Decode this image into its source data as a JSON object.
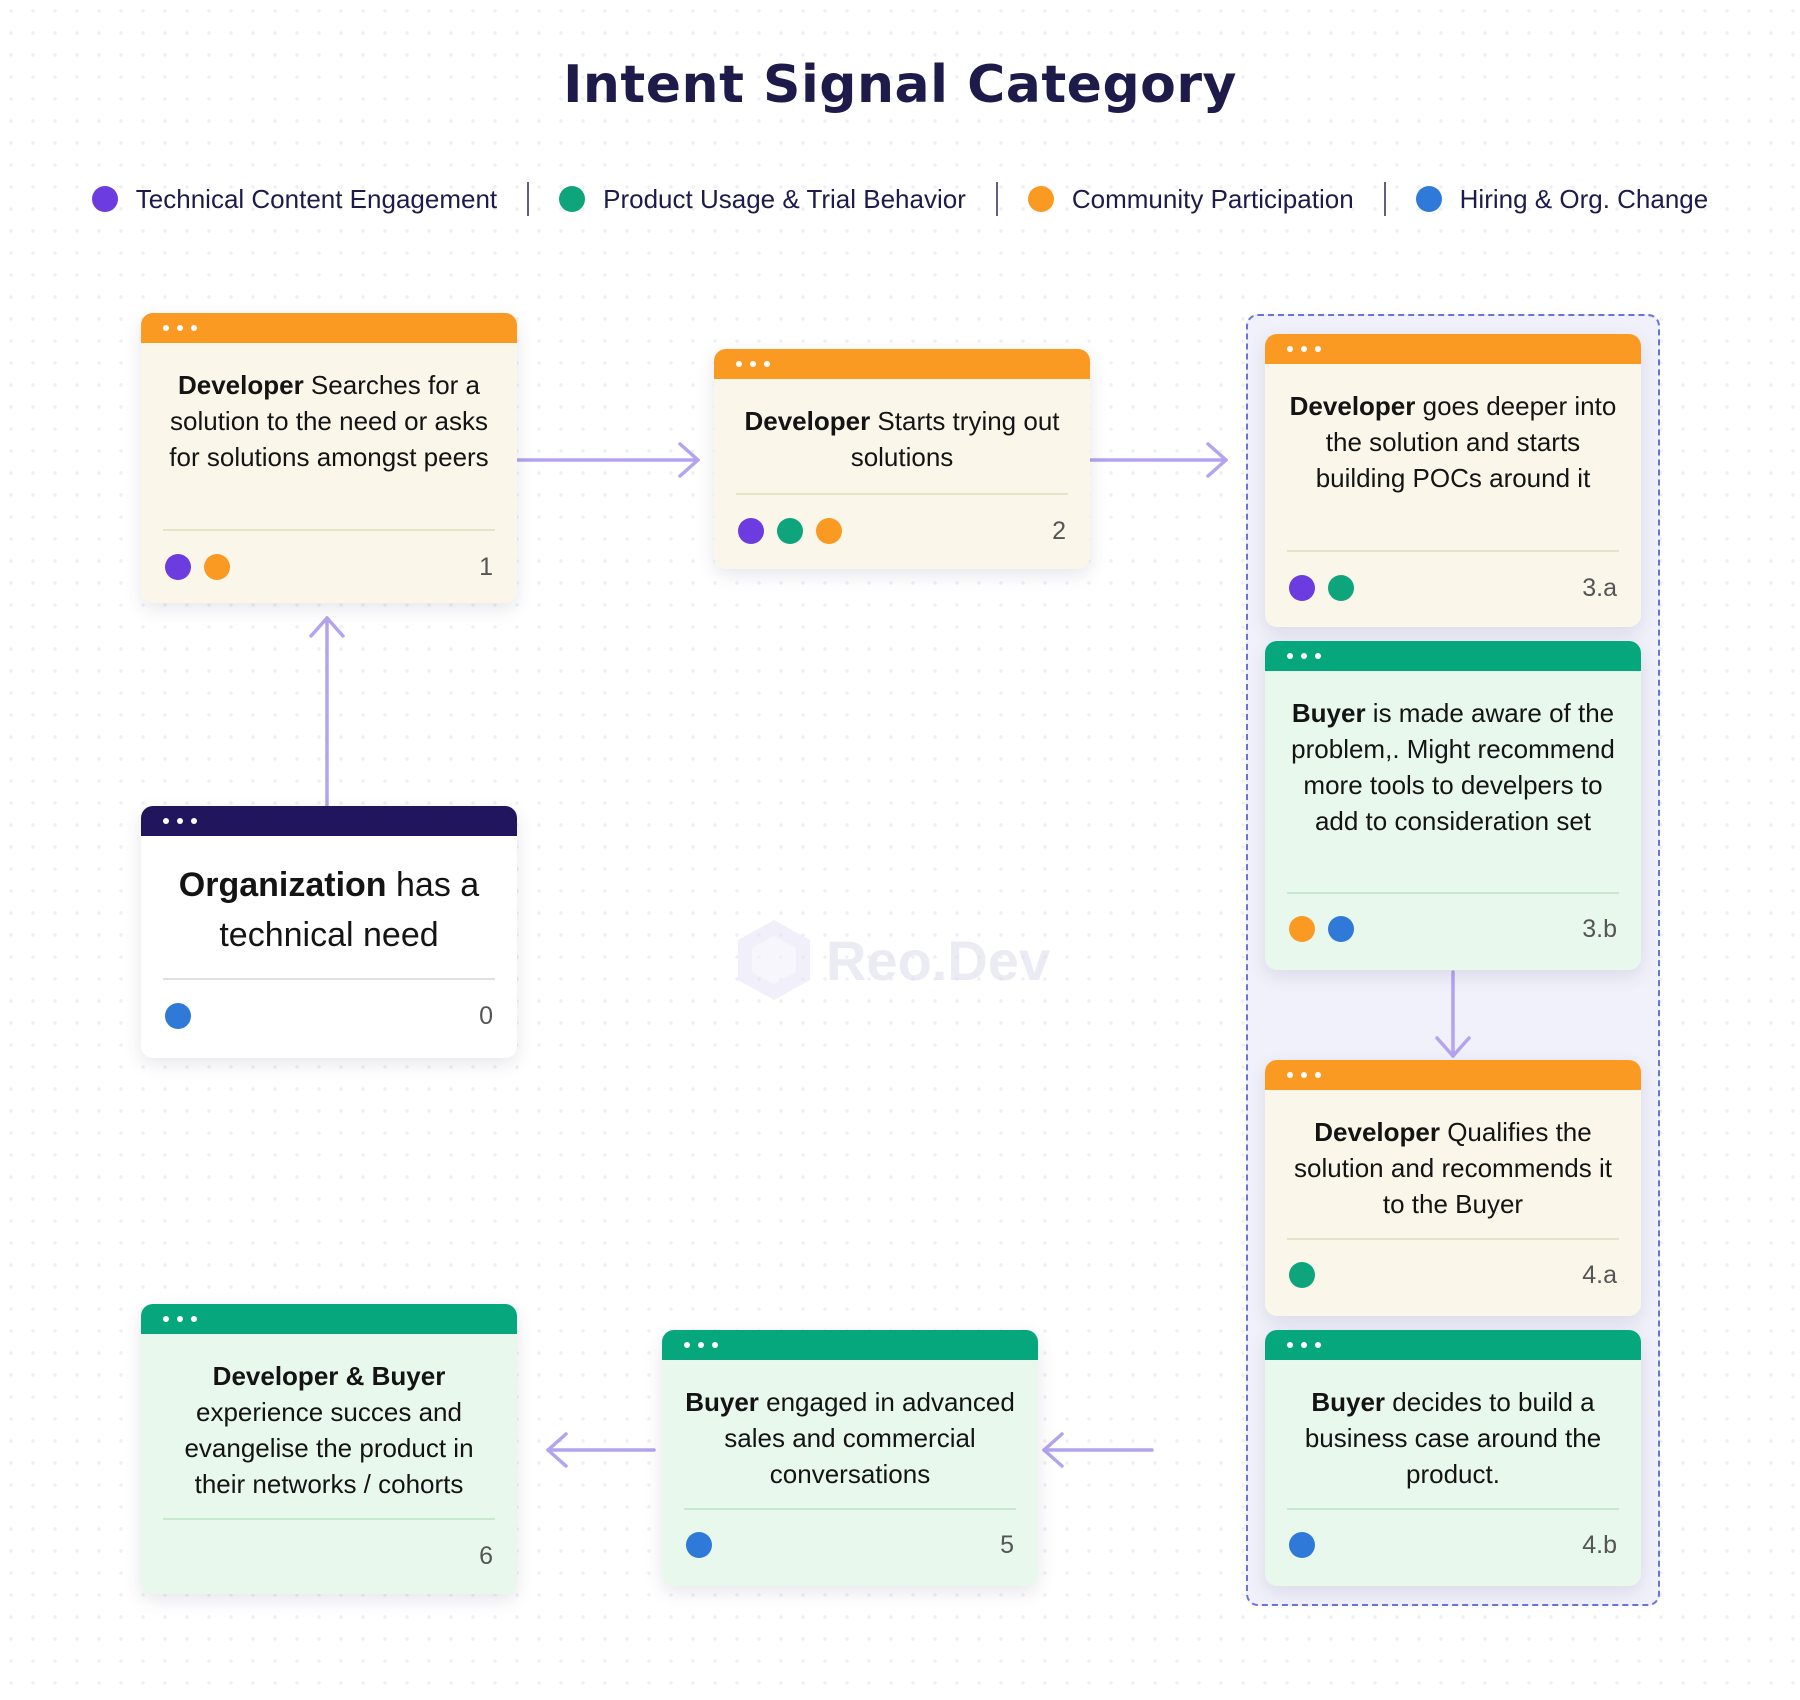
{
  "title": "Intent Signal Category",
  "colors": {
    "purple": "#6c3ce1",
    "green": "#0ea57d",
    "orange": "#fb9a23",
    "blue": "#2f7ad8",
    "navy": "#21165e",
    "arrow": "#b4a3ef",
    "group_border": "#6b74d6"
  },
  "legend": [
    {
      "label": "Technical Content Engagement",
      "color": "#6c3ce1"
    },
    {
      "label": "Product Usage & Trial Behavior",
      "color": "#0ea57d"
    },
    {
      "label": "Community Participation",
      "color": "#fb9a23"
    },
    {
      "label": "Hiring & Org. Change",
      "color": "#2f7ad8"
    }
  ],
  "cards": {
    "step1": {
      "actor": "Developer",
      "text": " Searches for a solution to the need or asks for solutions amongst peers",
      "step": "1",
      "signals": [
        "purple",
        "orange"
      ],
      "header": "orange"
    },
    "step2": {
      "actor": "Developer",
      "text": " Starts trying out solutions",
      "step": "2",
      "signals": [
        "purple",
        "green",
        "orange"
      ],
      "header": "orange"
    },
    "step3a": {
      "actor": "Developer",
      "text": " goes deeper into the solution and starts building POCs around it",
      "step": "3.a",
      "signals": [
        "purple",
        "green"
      ],
      "header": "orange"
    },
    "step3b": {
      "actor": "Buyer",
      "text": " is made aware of the problem,. Might recommend more tools to develpers to add to consideration set",
      "step": "3.b",
      "signals": [
        "orange",
        "blue"
      ],
      "header": "green"
    },
    "step0": {
      "actor": "Organization",
      "text": " has a technical need",
      "step": "0",
      "signals": [
        "blue"
      ],
      "header": "navy"
    },
    "step4a": {
      "actor": "Developer",
      "text": " Qualifies the solution and recommends it to the Buyer",
      "step": "4.a",
      "signals": [
        "green"
      ],
      "header": "orange"
    },
    "step4b": {
      "actor": "Buyer",
      "text": " decides to build a business case around the product.",
      "step": "4.b",
      "signals": [
        "blue"
      ],
      "header": "green"
    },
    "step5": {
      "actor": "Buyer",
      "text": " engaged in advanced sales and commercial conversations",
      "step": "5",
      "signals": [
        "blue"
      ],
      "header": "green"
    },
    "step6": {
      "actor": "Developer & Buyer",
      "text": " experience succes and evangelise the product in their networks / cohorts",
      "step": "6",
      "signals": [],
      "header": "green"
    }
  },
  "watermark": {
    "text": "Reo.Dev"
  }
}
